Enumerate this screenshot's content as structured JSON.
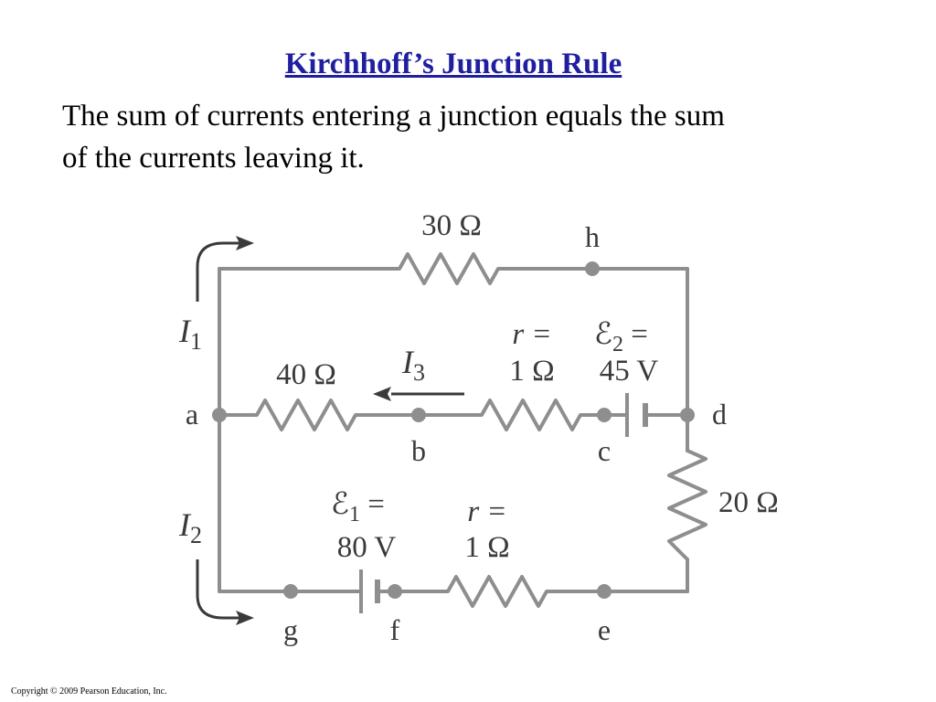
{
  "title": "Kirchhoff’s Junction Rule",
  "body_line1": "The sum of currents entering a junction equals the sum",
  "body_line2": "of the currents leaving it.",
  "copyright": "Copyright © 2009 Pearson Education, Inc.",
  "colors": {
    "title": "#1f1fa0",
    "wire": "#8e8e8e",
    "label": "#3a3a3a"
  },
  "nodes": {
    "a": "a",
    "b": "b",
    "c": "c",
    "d": "d",
    "e": "e",
    "f": "f",
    "g": "g",
    "h": "h"
  },
  "resistors": {
    "top": "30 Ω",
    "middle_left": "40 Ω",
    "right": "20 Ω",
    "middle_internal_r": "r =",
    "middle_internal_val": "1 Ω",
    "bottom_internal_r": "r =",
    "bottom_internal_val": "1 Ω"
  },
  "sources": {
    "emf2_sym": "ℰ",
    "emf2_sub": "2",
    "emf2_eq": " =",
    "emf2_val": "45 V",
    "emf1_sym": "ℰ",
    "emf1_sub": "1",
    "emf1_eq": " =",
    "emf1_val": "80 V"
  },
  "currents": {
    "i1": "I",
    "i1_sub": "1",
    "i2": "I",
    "i2_sub": "2",
    "i3": "I",
    "i3_sub": "3"
  }
}
